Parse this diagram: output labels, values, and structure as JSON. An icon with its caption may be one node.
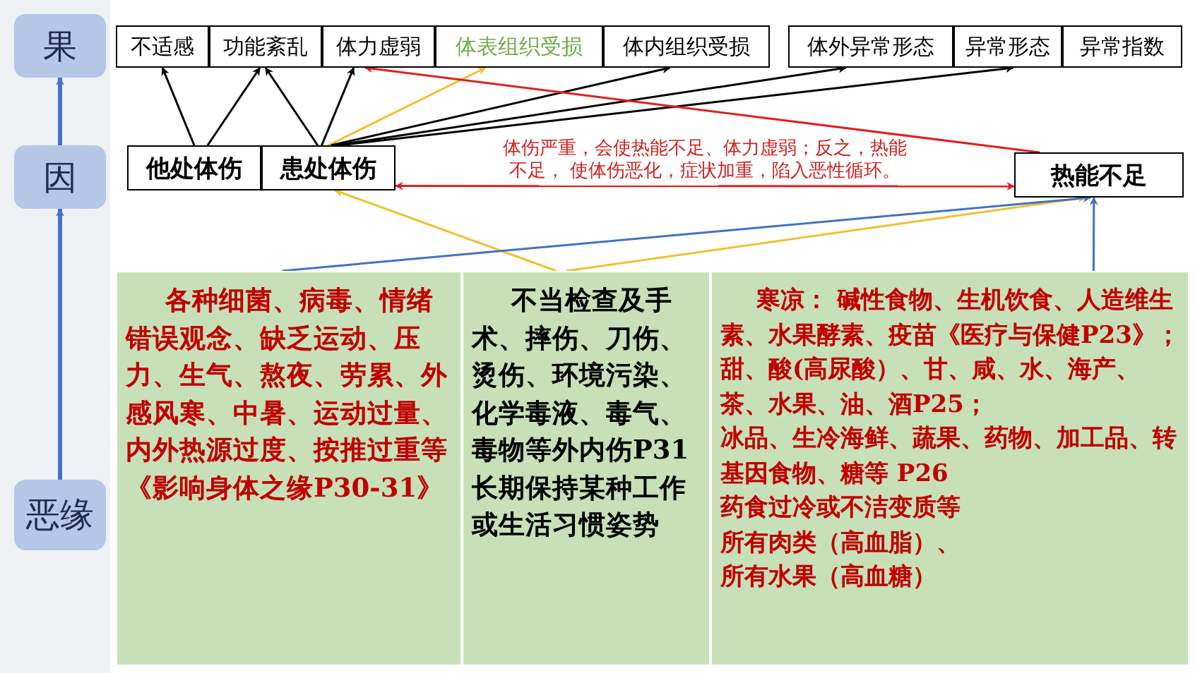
{
  "diagram": {
    "nodes": [
      {
        "text": [
          "果"
        ]
      },
      {
        "text": [
          "因"
        ]
      },
      {
        "text": [
          "恶缘"
        ]
      },
      {
        "text": [
          "不适感"
        ]
      },
      {
        "text": [
          "功能紊乱"
        ]
      },
      {
        "text": [
          "体力虚弱"
        ]
      },
      {
        "text": [
          "体表组织受损"
        ]
      },
      {
        "text": [
          "体内组织受损"
        ]
      },
      {
        "text": [
          "体外异常形态"
        ]
      },
      {
        "text": [
          "异常形态"
        ]
      },
      {
        "text": [
          "异常指数"
        ]
      },
      {
        "text": [
          "他处体伤"
        ]
      },
      {
        "text": [
          "患处体伤"
        ]
      },
      {
        "text": [
          "热能不足"
        ]
      },
      {
        "text": [
          "各种细菌、病毒、情绪错误观念、缺乏运动、压力、生气、熬夜、劳累、外感风寒、中暑、运动过量、内外热源过度、按推过重等",
          "《影响身体之缘P30-31》"
        ]
      },
      {
        "text": [
          "不当检查及手术、摔伤、刀伤、烫伤、环境污染、化学毒液、毒气、毒物等外内伤P31长期保持某种工作或生活习惯姿势"
        ]
      },
      {
        "text": [
          "寒凉： 碱性食物、生机饮食、人造维生素、水果酵素、疫苗《医疗与保健P23》；",
          "甜、酸(高尿酸）、甘、咸、水、海产、茶、水果、油、酒P25；",
          "冰品、生冷海鲜、蔬果、药物、加工品、转基因食物、糖等 P26",
          "药食过冷或不洁变质等",
          "所有肉类（高血脂）、",
          "所有水果（高血糖）"
        ]
      }
    ],
    "edges": [
      {
        "from": 1,
        "to": 0,
        "arrow": "to",
        "style": "thick",
        "color": "#4472c4"
      },
      {
        "from": 2,
        "to": 1,
        "arrow": "to",
        "style": "thick",
        "color": "#4472c4"
      },
      {
        "from": 11,
        "to": 3,
        "arrow": "to"
      },
      {
        "from": 11,
        "to": 4,
        "arrow": "to"
      },
      {
        "from": 12,
        "to": 4,
        "arrow": "to"
      },
      {
        "from": 12,
        "to": 5,
        "arrow": "to"
      },
      {
        "from": 12,
        "to": 6,
        "arrow": "to",
        "color": "#f0c030"
      },
      {
        "from": 12,
        "to": 7,
        "arrow": "to"
      },
      {
        "from": 12,
        "to": 8,
        "arrow": "to"
      },
      {
        "from": 12,
        "to": 9,
        "arrow": "to"
      },
      {
        "from": 13,
        "to": 5,
        "arrow": "to",
        "color": "#e02020"
      },
      {
        "from": 12,
        "to": 13,
        "arrow": "both",
        "color": "#e02020",
        "label": "体伤严重，会使热能不足、体力虚弱；反之，热能不足，  使体伤恶化，症状加重，陷入恶性循环。"
      },
      {
        "from": 15,
        "to": 12,
        "arrow": "to",
        "color": "#f0c030"
      },
      {
        "from": 15,
        "to": 13,
        "arrow": "to",
        "color": "#f0c030"
      },
      {
        "from": 14,
        "to": 13,
        "arrow": "to",
        "color": "#4472c4"
      },
      {
        "from": 16,
        "to": 13,
        "arrow": "to",
        "color": "#4472c4"
      }
    ]
  }
}
